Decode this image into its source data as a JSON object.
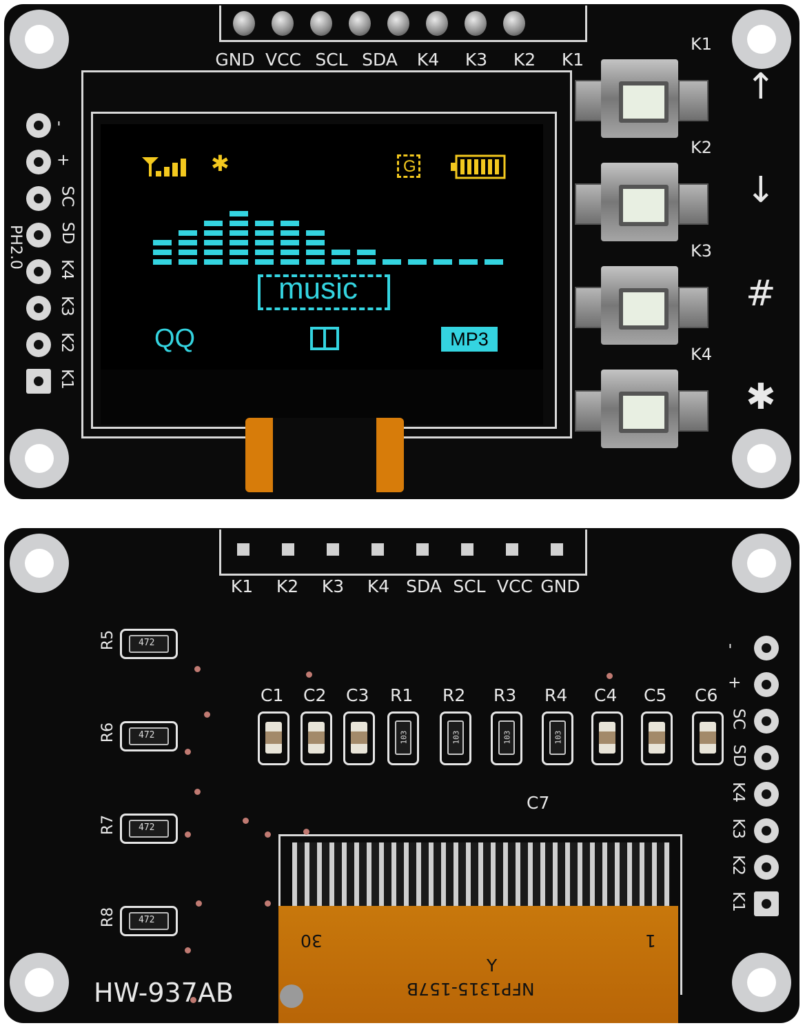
{
  "front": {
    "header_pins": [
      "GND",
      "VCC",
      "SCL",
      "SDA",
      "K4",
      "K3",
      "K2",
      "K1"
    ],
    "side_pins": [
      "-",
      "+",
      "SC",
      "SD",
      "K4",
      "K3",
      "K2",
      "K1"
    ],
    "side_label": "PH2.0",
    "buttons": [
      {
        "label": "K1",
        "symbol": "↑"
      },
      {
        "label": "K2",
        "symbol": "↓"
      },
      {
        "label": "K3",
        "symbol": "#"
      },
      {
        "label": "K4",
        "symbol": "✱"
      }
    ],
    "oled": {
      "bluetooth": "✱",
      "g_icon": "G",
      "equalizer_levels": [
        2,
        3,
        4,
        5,
        4,
        4,
        3,
        1,
        1,
        0,
        0,
        0,
        0,
        0
      ],
      "title": "music",
      "left_label": "QQ",
      "right_badge": "MP3",
      "colors": {
        "yellow": "#f3c81e",
        "cyan": "#34d4e0"
      }
    }
  },
  "back": {
    "header_pins": [
      "K1",
      "K2",
      "K3",
      "K4",
      "SDA",
      "SCL",
      "VCC",
      "GND"
    ],
    "side_pins": [
      "-",
      "+",
      "SC",
      "SD",
      "K4",
      "K3",
      "K2",
      "K1"
    ],
    "left_resistors": [
      {
        "ref": "R5",
        "code": "472"
      },
      {
        "ref": "R6",
        "code": "472"
      },
      {
        "ref": "R7",
        "code": "472"
      },
      {
        "ref": "R8",
        "code": "472"
      }
    ],
    "components": [
      {
        "ref": "C1",
        "kind": "cap"
      },
      {
        "ref": "C2",
        "kind": "cap"
      },
      {
        "ref": "C3",
        "kind": "cap"
      },
      {
        "ref": "R1",
        "kind": "res",
        "code": "103"
      },
      {
        "ref": "R2",
        "kind": "res",
        "code": "103"
      },
      {
        "ref": "R3",
        "kind": "res",
        "code": "103"
      },
      {
        "ref": "R4",
        "kind": "res",
        "code": "103"
      },
      {
        "ref": "C4",
        "kind": "cap"
      },
      {
        "ref": "C5",
        "kind": "cap"
      },
      {
        "ref": "C6",
        "kind": "cap"
      }
    ],
    "c7": "C7",
    "fpc_left": "30",
    "fpc_right": "1",
    "fpc_mid": "Y",
    "fpc_part": "NFP1315-157B",
    "model": "HW-937AB"
  }
}
